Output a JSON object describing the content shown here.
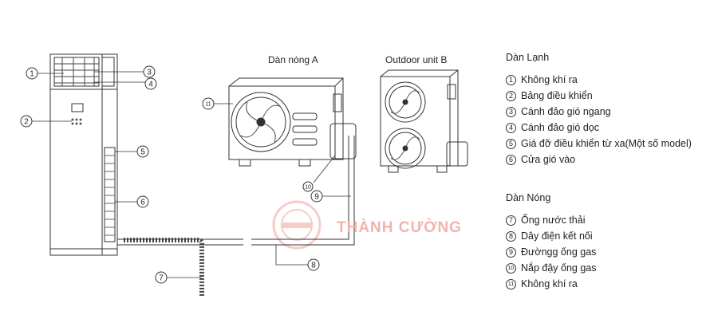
{
  "units": {
    "outdoor_a_label": "Dàn nóng A",
    "outdoor_b_label": "Outdoor unit B"
  },
  "watermark": {
    "text": "THÀNH CƯỜNG"
  },
  "callouts": [
    "1",
    "2",
    "3",
    "4",
    "5",
    "6",
    "7",
    "8",
    "9",
    "10",
    "11"
  ],
  "indoor_legend": {
    "title": "Dàn Lạnh",
    "items": [
      {
        "num": "1",
        "text": "Không khí ra"
      },
      {
        "num": "2",
        "text": "Bảng điều khiển"
      },
      {
        "num": "3",
        "text": "Cánh đảo gió ngang"
      },
      {
        "num": "4",
        "text": "Cánh đảo gió dọc"
      },
      {
        "num": "5",
        "text": "Giá đỡ điều khiển từ xa(Một số model)"
      },
      {
        "num": "6",
        "text": "Cửa gió vào"
      }
    ]
  },
  "outdoor_legend": {
    "title": "Dàn Nóng",
    "items": [
      {
        "num": "7",
        "text": "Ống nước thải"
      },
      {
        "num": "8",
        "text": "Dây điện kết nối"
      },
      {
        "num": "9",
        "text": "Đườngg ống gas"
      },
      {
        "num": "10",
        "text": "Nắp đậy ống gas"
      },
      {
        "num": "11",
        "text": "Không khí ra"
      }
    ]
  }
}
